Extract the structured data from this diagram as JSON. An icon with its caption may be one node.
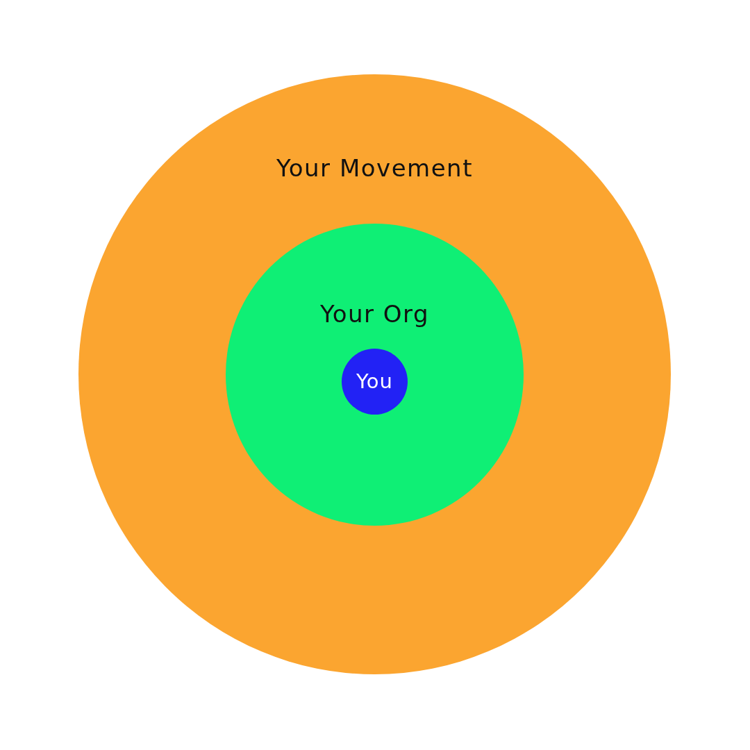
{
  "diagram": {
    "nodes": [
      {
        "text": [
          "Your Movement"
        ]
      },
      {
        "text": [
          "Your Org"
        ],
        "in": 0
      },
      {
        "text": [
          "You"
        ],
        "in": 1
      }
    ]
  }
}
